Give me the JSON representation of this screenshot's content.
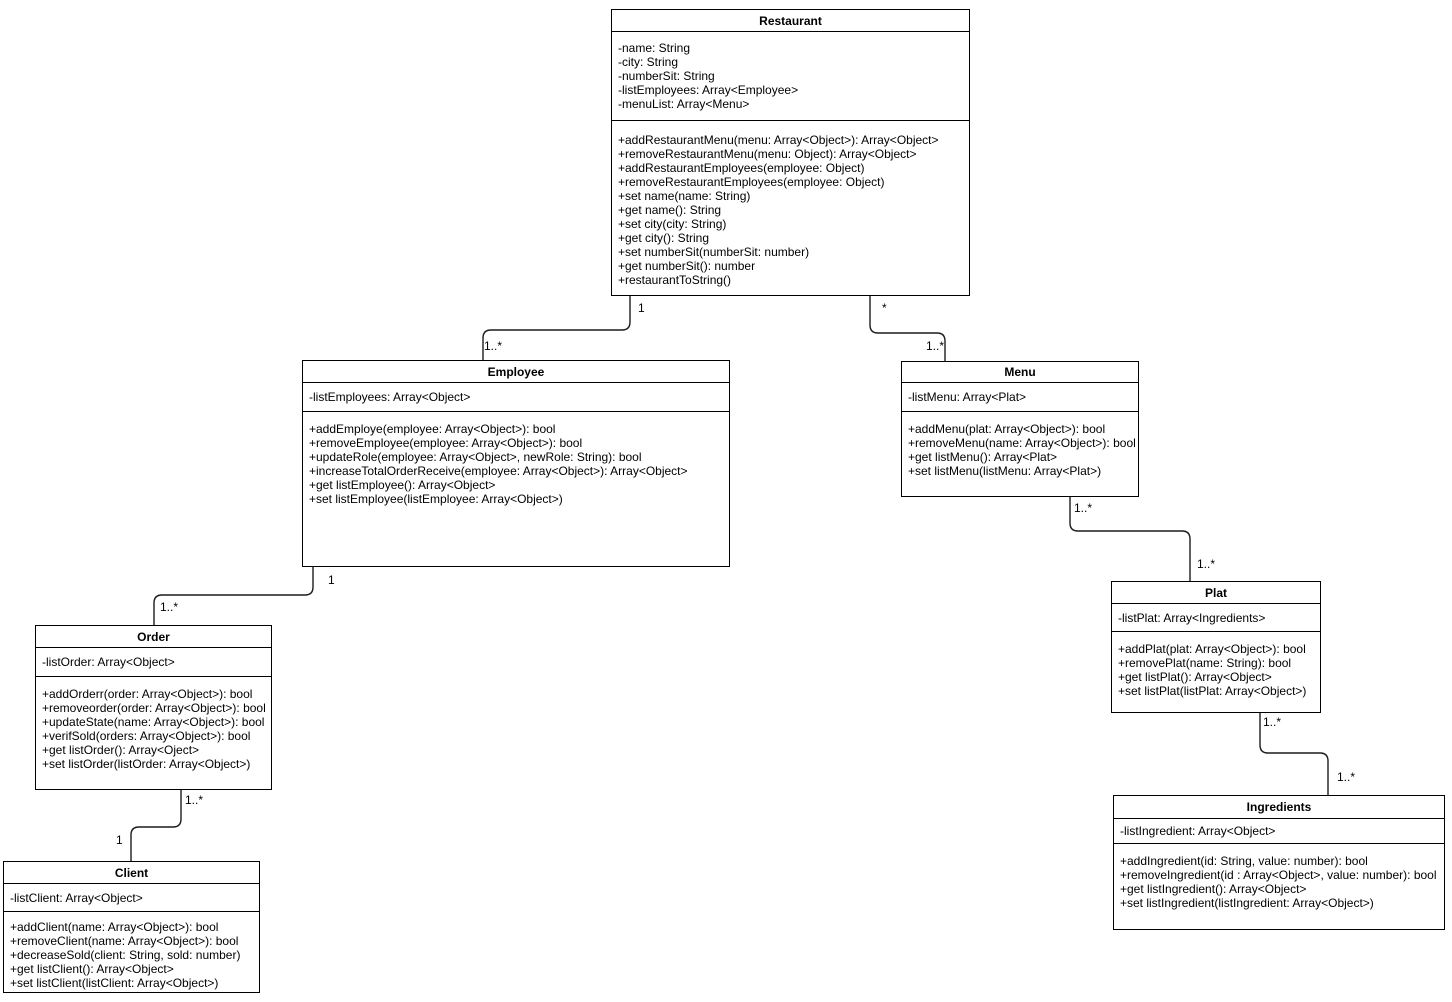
{
  "diagram_type": "uml-class-diagram",
  "canvas": {
    "background": "#ffffff",
    "line_color": "#1c1c1c"
  },
  "classes": {
    "restaurant": {
      "title": "Restaurant",
      "attributes": [
        "-name: String",
        "-city: String",
        "-numberSit: String",
        "-listEmployees: Array<Employee>",
        "-menuList: Array<Menu>"
      ],
      "methods": [
        "+addRestaurantMenu(menu: Array<Object>): Array<Object>",
        "+removeRestaurantMenu(menu: Object): Array<Object>",
        "+addRestaurantEmployees(employee: Object)",
        "+removeRestaurantEmployees(employee: Object)",
        "+set name(name: String)",
        "+get name(): String",
        "+set city(city: String)",
        "+get city(): String",
        "+set numberSit(numberSit: number)",
        "+get numberSit(): number",
        "+restaurantToString()"
      ]
    },
    "employee": {
      "title": "Employee",
      "attributes": [
        "-listEmployees: Array<Object>"
      ],
      "methods": [
        "+addEmploye(employee: Array<Object>): bool",
        "+removeEmployee(employee: Array<Object>): bool",
        "+updateRole(employee: Array<Object>, newRole: String): bool",
        "+increaseTotalOrderReceive(employee: Array<Object>): Array<Object>",
        "+get listEmployee(): Array<Object>",
        "+set listEmployee(listEmployee: Array<Object>)"
      ]
    },
    "menu": {
      "title": "Menu",
      "attributes": [
        "-listMenu: Array<Plat>"
      ],
      "methods": [
        "+addMenu(plat: Array<Object>): bool",
        "+removeMenu(name: Array<Object>): bool",
        "+get listMenu(): Array<Plat>",
        "+set listMenu(listMenu: Array<Plat>)"
      ]
    },
    "order": {
      "title": "Order",
      "attributes": [
        "-listOrder: Array<Object>"
      ],
      "methods": [
        "+addOrderr(order: Array<Object>): bool",
        "+removeorder(order: Array<Object>): bool",
        "+updateState(name: Array<Object>): bool",
        "+verifSold(orders: Array<Object>): bool",
        "+get listOrder(): Array<Oject>",
        "+set listOrder(listOrder: Array<Object>)"
      ]
    },
    "plat": {
      "title": "Plat",
      "attributes": [
        "-listPlat: Array<Ingredients>"
      ],
      "methods": [
        "+addPlat(plat: Array<Object>): bool",
        "+removePlat(name: String): bool",
        "+get listPlat(): Array<Object>",
        "+set listPlat(listPlat: Array<Object>)"
      ]
    },
    "client": {
      "title": "Client",
      "attributes": [
        "-listClient: Array<Object>"
      ],
      "methods": [
        "+addClient(name: Array<Object>): bool",
        "+removeClient(name: Array<Object>): bool",
        "+decreaseSold(client: String, sold: number)",
        "+get listClient(): Array<Object>",
        "+set listClient(listClient: Array<Object>)"
      ]
    },
    "ingredients": {
      "title": "Ingredients",
      "attributes": [
        "-listIngredient: Array<Object>"
      ],
      "methods": [
        "+addIngredient(id: String, value: number): bool",
        "+removeIngredient(id : Array<Object>, value: number): bool",
        "+get listIngredient(): Array<Object>",
        "+set listIngredient(listIngredient: Array<Object>)"
      ]
    }
  },
  "relations": {
    "restaurant_employee": {
      "from": "Restaurant",
      "to": "Employee",
      "from_multiplicity": "1",
      "to_multiplicity": "1..*"
    },
    "restaurant_menu": {
      "from": "Restaurant",
      "to": "Menu",
      "from_multiplicity": "*",
      "to_multiplicity": "1..*"
    },
    "employee_order": {
      "from": "Employee",
      "to": "Order",
      "from_multiplicity": "1",
      "to_multiplicity": "1..*"
    },
    "order_client": {
      "from": "Order",
      "to": "Client",
      "from_multiplicity": "1..*",
      "to_multiplicity": "1"
    },
    "menu_plat": {
      "from": "Menu",
      "to": "Plat",
      "from_multiplicity": "1..*",
      "to_multiplicity": "1..*"
    },
    "plat_ingredients": {
      "from": "Plat",
      "to": "Ingredients",
      "from_multiplicity": "1..*",
      "to_multiplicity": "1..*"
    }
  }
}
